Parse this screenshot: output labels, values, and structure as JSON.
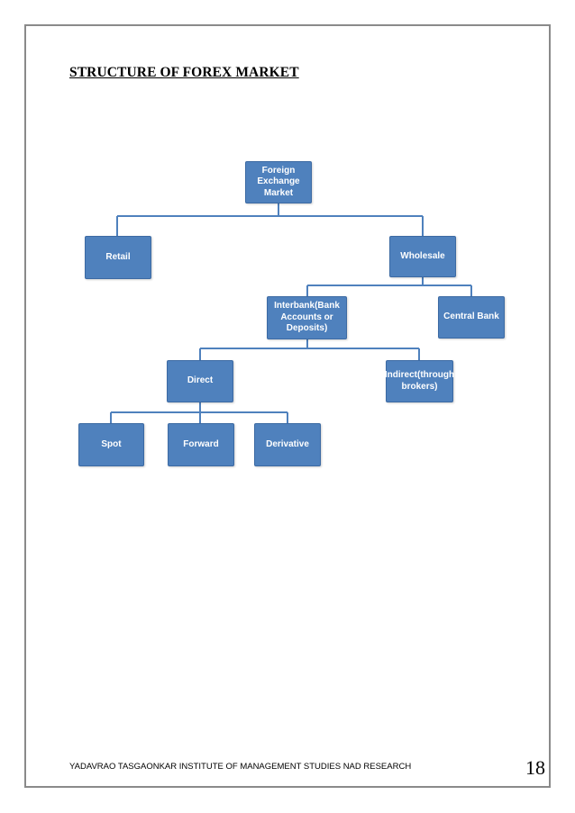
{
  "document": {
    "title": "STRUCTURE OF FOREX MARKET",
    "footer": "YADAVRAO TASGAONKAR INSTITUTE OF MANAGEMENT STUDIES NAD RESEARCH",
    "page_number": "18"
  },
  "diagram": {
    "colors": {
      "node_fill": "#4f81bd",
      "node_text": "#ffffff",
      "connector": "#4f81bd"
    },
    "nodes": {
      "root": "Foreign Exchange Market",
      "retail": "Retail",
      "wholesale": "Wholesale",
      "interbank": "Interbank(Bank Accounts or Deposits)",
      "central_bank": "Central Bank",
      "direct": "Direct",
      "indirect": "Indirect(through brokers)",
      "spot": "Spot",
      "forward": "Forward",
      "derivative": "Derivative"
    },
    "edges": [
      [
        "root",
        "retail"
      ],
      [
        "root",
        "wholesale"
      ],
      [
        "wholesale",
        "interbank"
      ],
      [
        "wholesale",
        "central_bank"
      ],
      [
        "interbank",
        "direct"
      ],
      [
        "interbank",
        "indirect"
      ],
      [
        "direct",
        "spot"
      ],
      [
        "direct",
        "forward"
      ],
      [
        "direct",
        "derivative"
      ]
    ]
  }
}
